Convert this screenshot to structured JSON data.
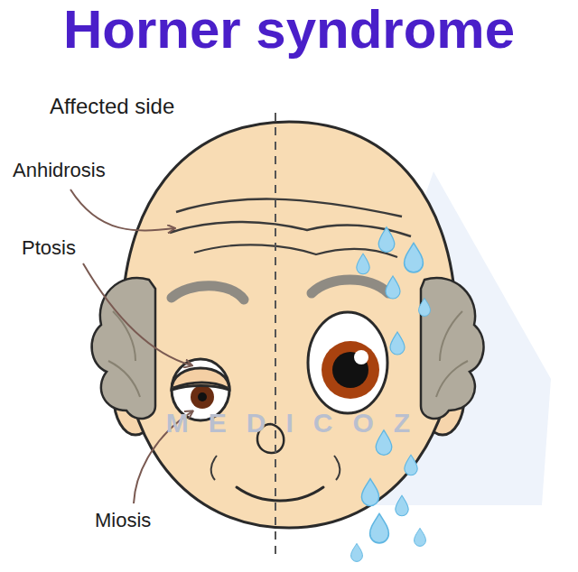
{
  "diagram": {
    "title": "Horner syndrome",
    "labels": [
      "Affected side",
      "Anhidrosis",
      "Ptosis",
      "Miosis",
      "MEDICOZ"
    ]
  }
}
